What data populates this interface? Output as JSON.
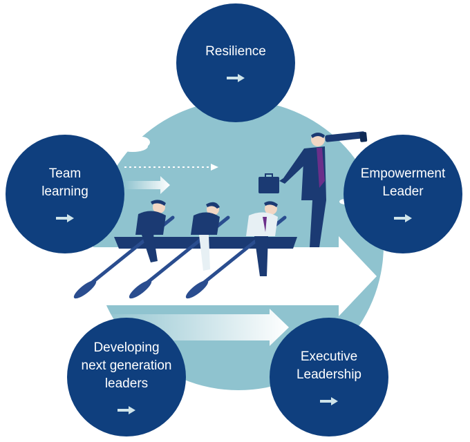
{
  "diagram": {
    "nodes": [
      {
        "id": "resilience",
        "label": "Resilience"
      },
      {
        "id": "team",
        "label": "Team\nlearning"
      },
      {
        "id": "empower",
        "label": "Empowerment\nLeader"
      },
      {
        "id": "developing",
        "label": "Developing\nnext generation\nleaders"
      },
      {
        "id": "executive",
        "label": "Executive\nLeadership"
      }
    ]
  },
  "colors": {
    "circle_fill": "#0f3f7e",
    "background_disc": "#8fc3cf",
    "figure_navy": "#1b3a73",
    "tie_purple": "#6b2f8a"
  },
  "icons": [
    "right-arrow-icon",
    "rower-figure",
    "oar-icon",
    "telescope-icon",
    "briefcase-icon",
    "cloud-icon"
  ]
}
